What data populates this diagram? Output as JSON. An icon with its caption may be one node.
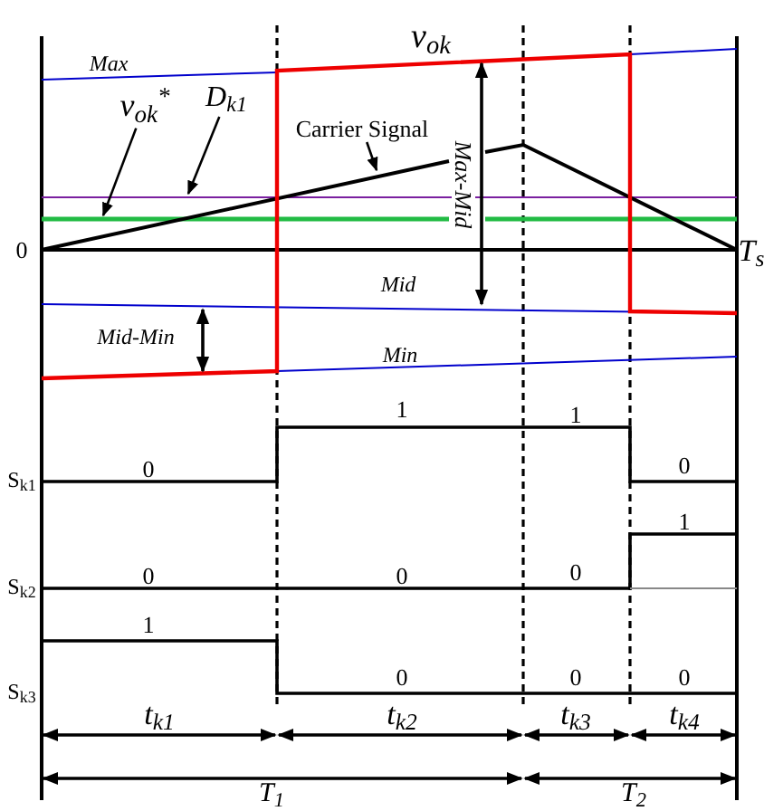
{
  "diagram": {
    "nodes": [
      {
        "text": [
          "v$_{ok}$$^{*}$"
        ]
      },
      {
        "text": [
          "D$_{k1}$"
        ]
      },
      {
        "text": [
          "Carrier Signal"
        ]
      }
    ],
    "edges": [
      {
        "from": 0,
        "to": null,
        "arrow": "to"
      },
      {
        "from": 1,
        "to": null,
        "arrow": "to"
      },
      {
        "from": 2,
        "to": null,
        "arrow": "to"
      }
    ],
    "labels": [
      "Max",
      "v$_{ok}$",
      "Max-Mid",
      "0",
      "T$_{s}$",
      "Mid",
      "Mid-Min",
      "Min",
      "1",
      "1",
      "S$_{k1}$",
      "0",
      "0",
      "1",
      "S$_{k2}$",
      "0",
      "0",
      "0",
      "1",
      "S$_{k3}$",
      "0",
      "0",
      "0",
      "t$_{k1}$",
      "t$_{k2}$",
      "t$_{k3}$",
      "t$_{k4}$",
      "T$_{1}$",
      "T$_{2}$"
    ]
  }
}
